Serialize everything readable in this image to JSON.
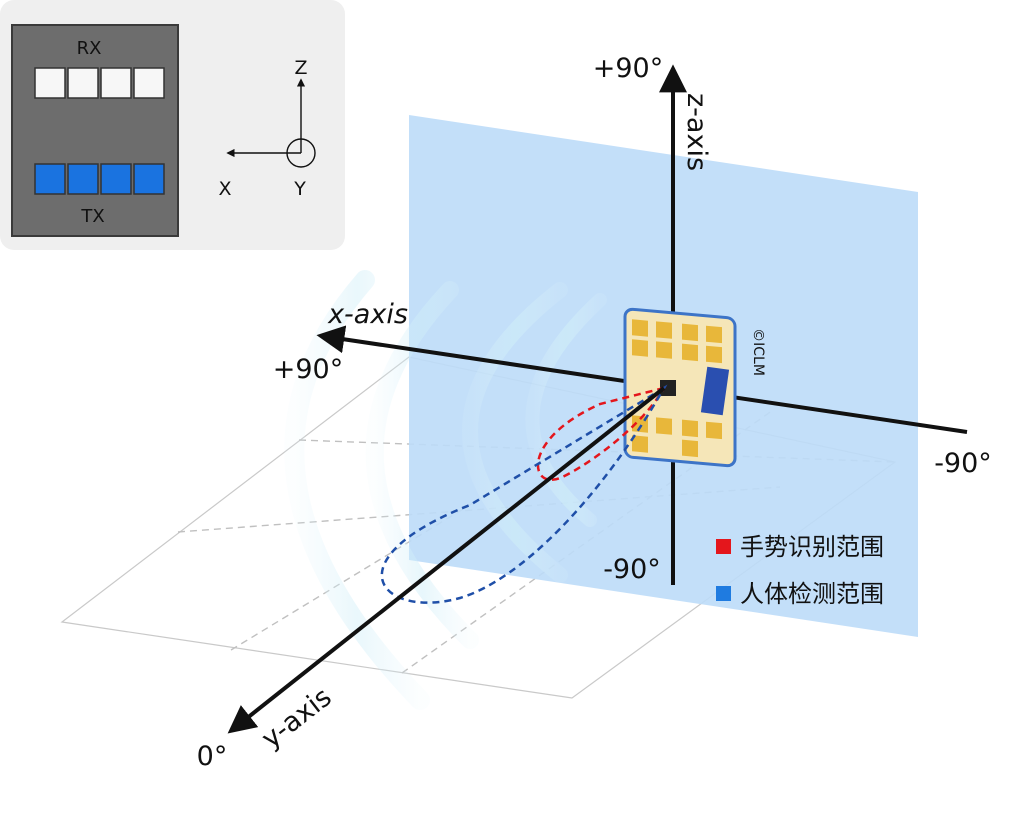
{
  "inset": {
    "rx_label": "RX",
    "tx_label": "TX",
    "rx_count": 4,
    "tx_count": 4,
    "axis_z": "Z",
    "axis_x": "X",
    "axis_y": "Y"
  },
  "axes": {
    "x_axis": "x-axis",
    "y_axis": "y-axis",
    "z_axis": "z-axis",
    "x_plus": "+90°",
    "x_minus": "-90°",
    "z_plus": "+90°",
    "z_minus": "-90°",
    "y_zero": "0°"
  },
  "watermark": "©ICLM",
  "legend": {
    "gesture": {
      "label": "手势识别范围",
      "color": "#e4161c"
    },
    "presence": {
      "label": "人体检测范围",
      "color": "#1f7be0"
    }
  },
  "colors": {
    "plane": "#bcdcf8",
    "tx_antenna": "#1a73e0",
    "gesture_lobe": "#e4161c",
    "presence_lobe": "#1f4fa8"
  }
}
